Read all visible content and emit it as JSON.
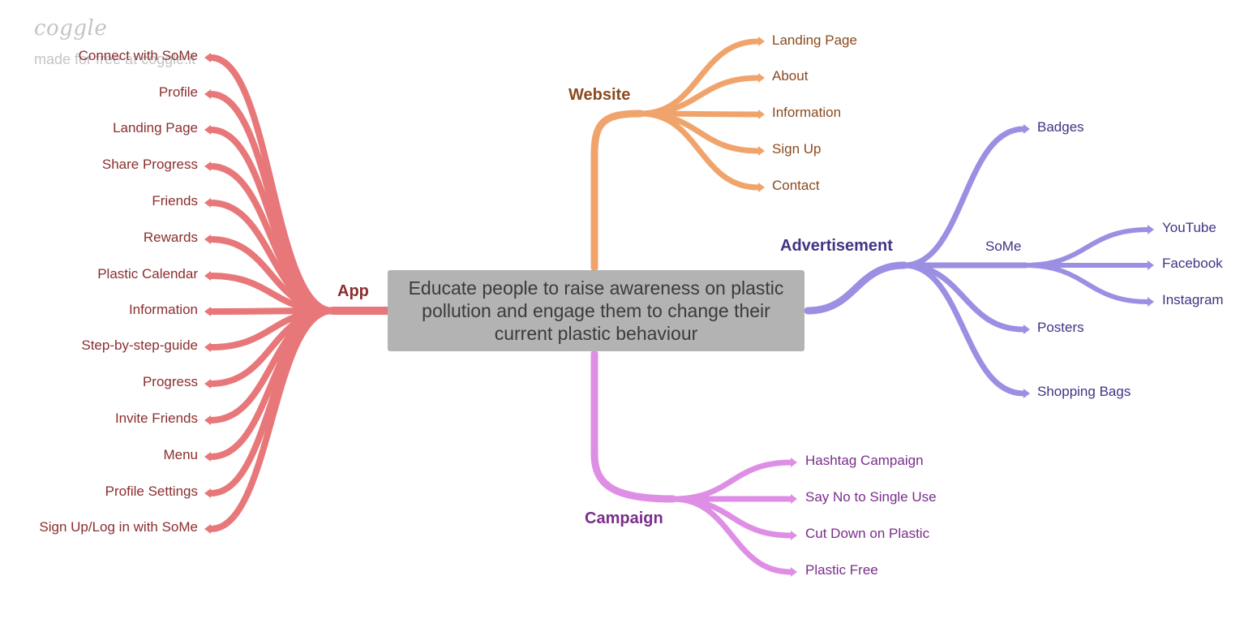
{
  "watermark": {
    "logo": "coggle",
    "tagline": "made for free at coggle.it"
  },
  "center": {
    "text": "Educate people to raise awareness on plastic pollution and engage them to change their current plastic behaviour",
    "color": "#b3b3b3"
  },
  "branches": {
    "app": {
      "label": "App",
      "color": "#e8777a",
      "text_color": "#8b2e2e",
      "items": [
        "Connect with SoMe",
        "Profile",
        "Landing Page",
        "Share Progress",
        "Friends",
        "Rewards",
        "Plastic Calendar",
        "Information",
        "Step-by-step-guide",
        "Progress",
        "Invite Friends",
        "Menu",
        "Profile Settings",
        "Sign Up/Log in with SoMe"
      ]
    },
    "website": {
      "label": "Website",
      "color": "#f0a46c",
      "text_color": "#8b4a1e",
      "items": [
        "Landing Page",
        "About",
        "Information",
        "Sign Up",
        "Contact"
      ]
    },
    "advertisement": {
      "label": "Advertisement",
      "color": "#9b8fe3",
      "text_color": "#3f3585",
      "items": [
        "Badges",
        "SoMe",
        "Posters",
        "Shopping Bags"
      ],
      "some_items": [
        "YouTube",
        "Facebook",
        "Instagram"
      ]
    },
    "campaign": {
      "label": "Campaign",
      "color": "#df8ee6",
      "text_color": "#7b2d8b",
      "items": [
        "Hashtag Campaign",
        "Say No to Single Use",
        "Cut Down on Plastic",
        "Plastic Free"
      ]
    }
  }
}
